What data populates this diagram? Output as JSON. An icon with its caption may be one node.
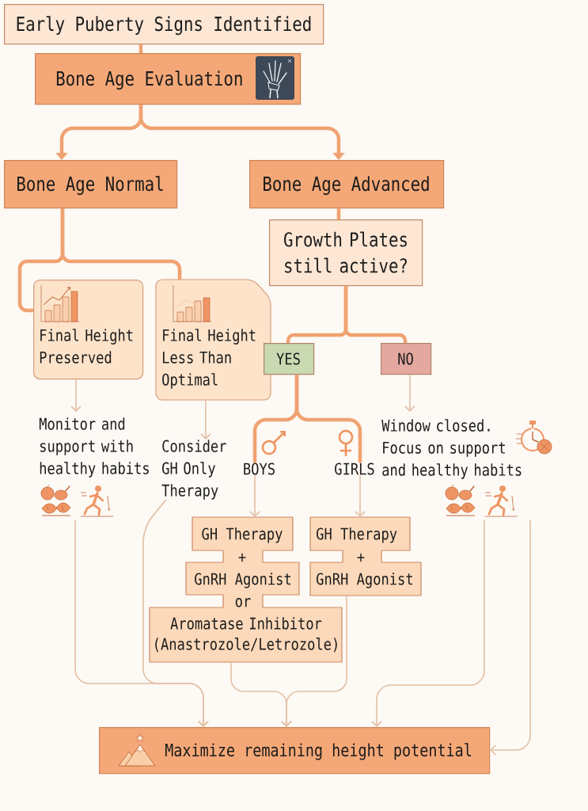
{
  "diagram": {
    "nodes": [
      {
        "text": [
          "Early Puberty Signs Identified"
        ]
      },
      {
        "text": [
          "Bone Age Evaluation"
        ]
      },
      {
        "text": [
          "Bone Age Normal"
        ]
      },
      {
        "text": [
          "Bone Age Advanced"
        ]
      },
      {
        "text": [
          "Growth Plates still active?"
        ]
      },
      {
        "text": [
          "Final Height Preserved"
        ]
      },
      {
        "text": [
          "Final Height Less Than Optimal"
        ]
      },
      {
        "text": [
          "YES"
        ]
      },
      {
        "text": [
          "NO"
        ]
      },
      {
        "text": [
          "Monitor and support with healthy habits"
        ]
      },
      {
        "text": [
          "Consider GH Only Therapy"
        ]
      },
      {
        "text": [
          "BOYS"
        ]
      },
      {
        "text": [
          "GIRLS"
        ]
      },
      {
        "text": [
          "Window closed. Focus on support and healthy habits"
        ]
      },
      {
        "text": [
          "GH Therapy",
          "+",
          "GnRH Agonist",
          "or",
          "Aromatase Inhibitor (Anastrozole/Letrozole)"
        ]
      },
      {
        "text": [
          "GH Therapy",
          "+",
          "GnRH Agonist"
        ]
      },
      {
        "text": [
          "Maximize remaining height potential"
        ]
      }
    ],
    "edges": [
      {
        "from": 0,
        "to": 1,
        "arrow": "none",
        "style": "thick",
        "color": "#f0a271"
      },
      {
        "from": 1,
        "to": 2,
        "arrow": "to",
        "style": "thick",
        "color": "#f0a271"
      },
      {
        "from": 1,
        "to": 3,
        "arrow": "to",
        "style": "thick",
        "color": "#f0a271"
      },
      {
        "from": 2,
        "to": 5,
        "arrow": "none",
        "style": "thick",
        "color": "#f0a271"
      },
      {
        "from": 2,
        "to": 6,
        "arrow": "none",
        "style": "thick",
        "color": "#f0a271"
      },
      {
        "from": 3,
        "to": 4,
        "arrow": "none",
        "style": "thick",
        "color": "#f0a271"
      },
      {
        "from": 4,
        "to": 7,
        "arrow": "none",
        "style": "thick",
        "color": "#f0a271"
      },
      {
        "from": 4,
        "to": 8,
        "arrow": "none",
        "style": "thick",
        "color": "#f0a271"
      },
      {
        "from": 5,
        "to": 9,
        "arrow": "to"
      },
      {
        "from": 6,
        "to": 10,
        "arrow": "to"
      },
      {
        "from": 8,
        "to": 13,
        "arrow": "to"
      },
      {
        "from": 7,
        "to": 11,
        "arrow": "none",
        "style": "thick",
        "color": "#f0a271"
      },
      {
        "from": 7,
        "to": 12,
        "arrow": "none",
        "style": "thick",
        "color": "#f0a271"
      },
      {
        "from": 11,
        "to": 14,
        "arrow": "to"
      },
      {
        "from": 12,
        "to": 15,
        "arrow": "to"
      },
      {
        "from": 9,
        "to": 16,
        "arrow": "to"
      },
      {
        "from": 10,
        "to": 16,
        "arrow": "to"
      },
      {
        "from": 14,
        "to": 16,
        "arrow": "to"
      },
      {
        "from": 15,
        "to": 16,
        "arrow": "to"
      },
      {
        "from": 13,
        "to": 16,
        "arrow": "to"
      },
      {
        "from": 13,
        "to": 16,
        "arrow": "to"
      }
    ]
  }
}
